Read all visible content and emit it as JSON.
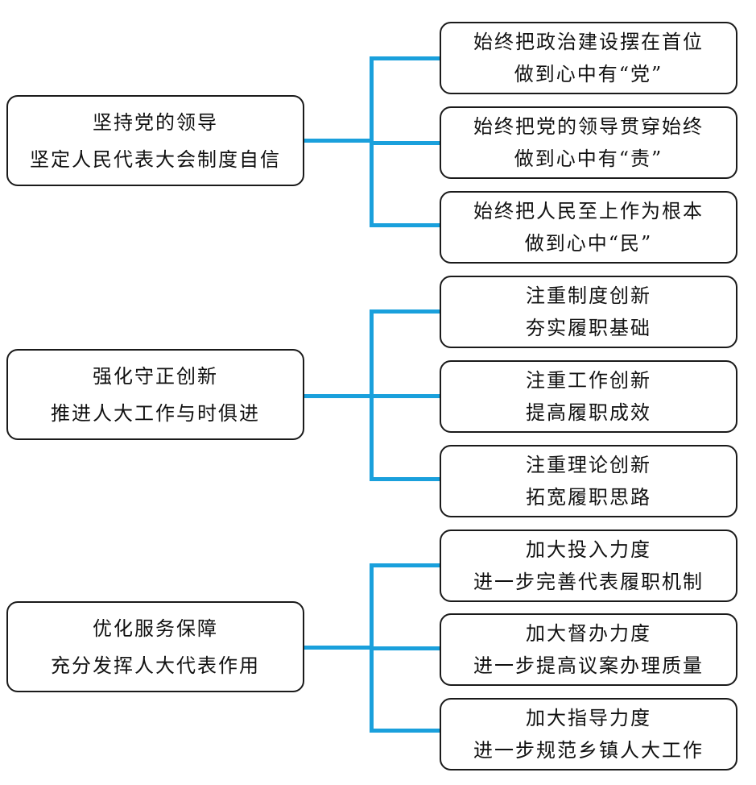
{
  "groups": [
    {
      "main": {
        "line1": "坚持党的领导",
        "line2": "坚定人民代表大会制度自信"
      },
      "subs": [
        {
          "line1": "始终把政治建设摆在首位",
          "line2": "做到心中有“党”"
        },
        {
          "line1": "始终把党的领导贯穿始终",
          "line2": "做到心中有“责”"
        },
        {
          "line1": "始终把人民至上作为根本",
          "line2": "做到心中“民”"
        }
      ]
    },
    {
      "main": {
        "line1": "强化守正创新",
        "line2": "推进人大工作与时俱进"
      },
      "subs": [
        {
          "line1": "注重制度创新",
          "line2": "夯实履职基础"
        },
        {
          "line1": "注重工作创新",
          "line2": "提高履职成效"
        },
        {
          "line1": "注重理论创新",
          "line2": "拓宽履职思路"
        }
      ]
    },
    {
      "main": {
        "line1": "优化服务保障",
        "line2": "充分发挥人大代表作用"
      },
      "subs": [
        {
          "line1": "加大投入力度",
          "line2": "进一步完善代表履职机制"
        },
        {
          "line1": "加大督办力度",
          "line2": "进一步提高议案办理质量"
        },
        {
          "line1": "加大指导力度",
          "line2": "进一步规范乡镇人大工作"
        }
      ]
    }
  ],
  "colors": {
    "connector": "#1aa0dc",
    "border": "#1a1a1a",
    "text": "#111111"
  }
}
